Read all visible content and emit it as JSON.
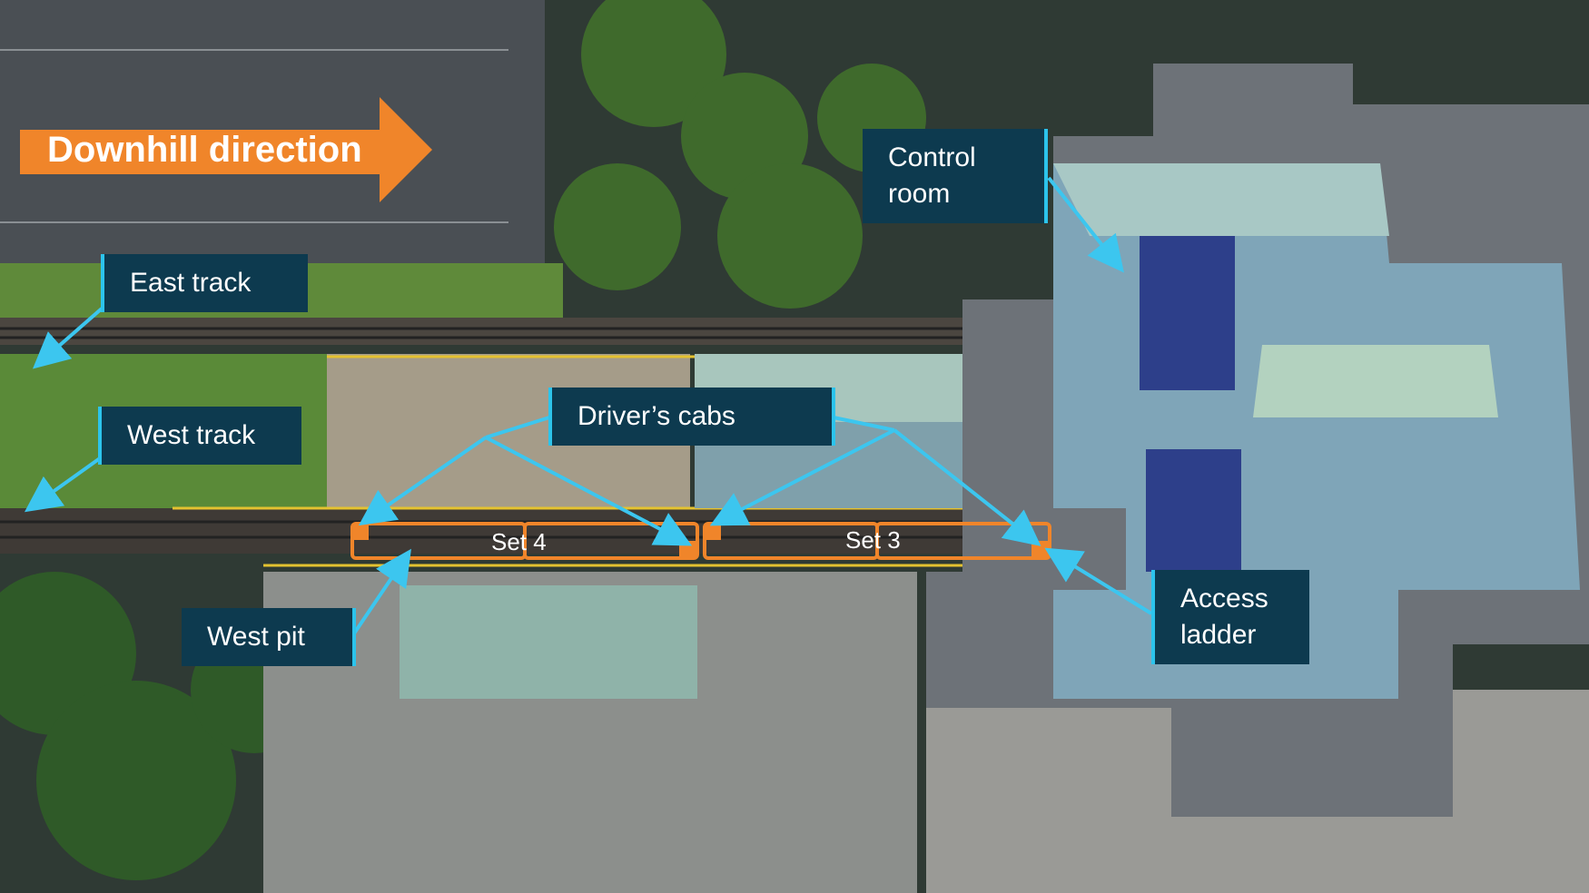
{
  "colors": {
    "label_bg": "#0d3a4f",
    "label_accent": "#2cc4ec",
    "highlight_orange": "#f0852a",
    "arrow_blue": "#3cc6ef"
  },
  "direction_arrow": {
    "label": "Downhill direction"
  },
  "labels": {
    "east_track": "East track",
    "west_track": "West track",
    "drivers_cabs": "Driver’s cabs",
    "control_room_line1": "Control",
    "control_room_line2": "room",
    "west_pit": "West pit",
    "access_ladder_line1": "Access",
    "access_ladder_line2": "ladder"
  },
  "train_sets": [
    {
      "label": "Set 4"
    },
    {
      "label": "Set 3"
    }
  ]
}
